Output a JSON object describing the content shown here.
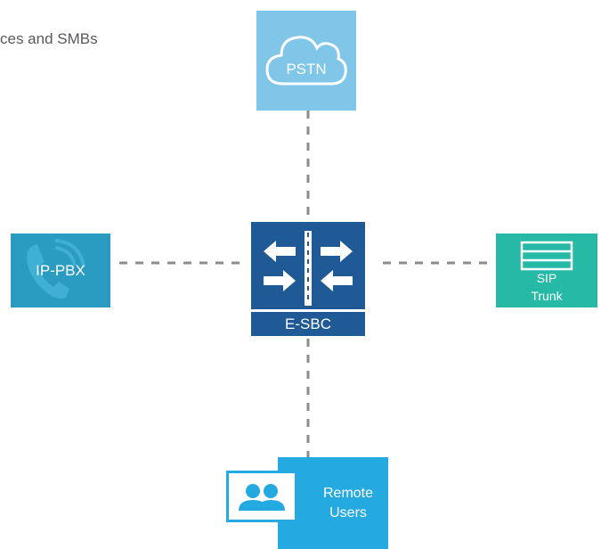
{
  "caption": "ces and SMBs",
  "nodes": {
    "pstn": {
      "label": "PSTN",
      "icon": "cloud-icon",
      "color": "#7fc6e8"
    },
    "ip_pbx": {
      "label": "IP-PBX",
      "icon": "phone-handset-icon",
      "color": "#2a9cc2"
    },
    "esbc": {
      "label": "E-SBC",
      "icon": "arrows-divider-icon",
      "color": "#1f5a96"
    },
    "sip_trunk": {
      "line1": "SIP",
      "line2": "Trunk",
      "icon": "stacked-lines-icon",
      "color": "#25b9a6"
    },
    "remote_users": {
      "line1": "Remote",
      "line2": "Users",
      "icon": "users-icon",
      "color": "#25a9e1"
    }
  },
  "connector_color": "#8c8c8c"
}
